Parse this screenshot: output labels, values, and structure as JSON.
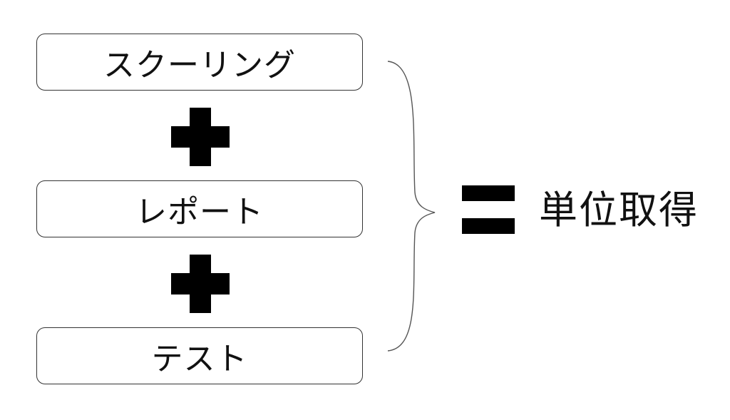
{
  "components": [
    {
      "label": "スクーリング"
    },
    {
      "label": "レポート"
    },
    {
      "label": "テスト"
    }
  ],
  "operators": {
    "plus": "plus-icon",
    "equals": "equals-icon"
  },
  "result": {
    "label": "単位取得"
  },
  "colors": {
    "box_border": "#333333",
    "symbol": "#000000",
    "text": "#111111",
    "background": "#ffffff"
  }
}
